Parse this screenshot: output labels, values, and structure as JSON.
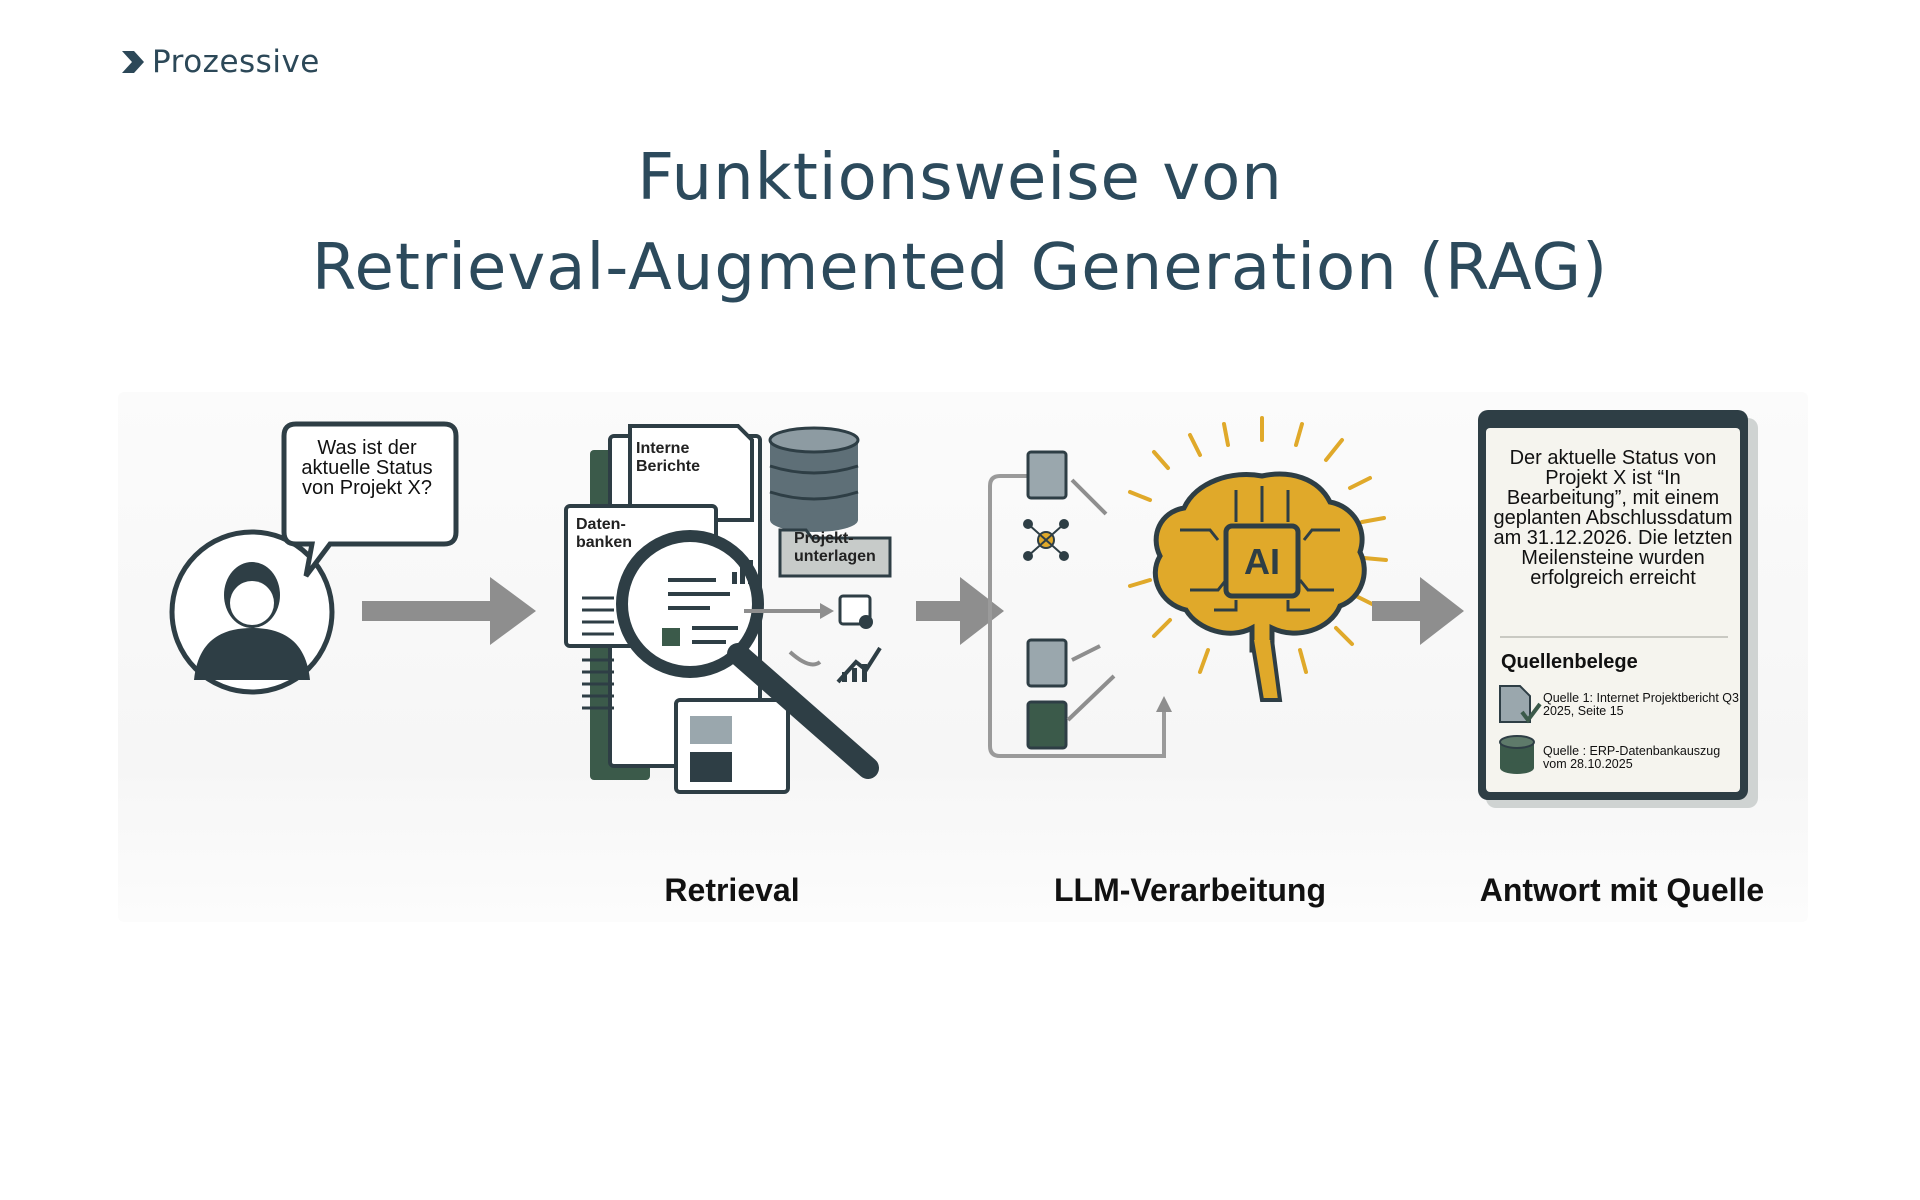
{
  "brand": {
    "name": "Prozessive"
  },
  "title": {
    "line1": "Funktionsweise von",
    "line2": "Retrieval-Augmented Generation (RAG)"
  },
  "user": {
    "question": "Was ist der aktuelle Status von Projekt X?"
  },
  "retrieval": {
    "doc_internal": "Interne Berichte",
    "doc_databases": "Daten-banken",
    "doc_projects": "Projekt-unterlagen",
    "label": "Retrieval"
  },
  "llm": {
    "chip_label": "AI",
    "label": "LLM-Verarbeitung"
  },
  "answer": {
    "text": "Der aktuelle Status von Projekt X ist “In Bearbeitung”, mit einem geplanten Abschlussdatum am 31.12.2026. Die letzten Meilensteine wurden erfolgreich erreicht",
    "sources_heading": "Quellenbelege",
    "sources": [
      {
        "text": "Quelle 1: Internet Projektbericht Q3 2025, Seite 15",
        "icon": "document-check-icon"
      },
      {
        "text": "Quelle : ERP-Datenbankauszug vom 28.10.2025",
        "icon": "database-icon"
      }
    ],
    "label": "Antwort mit Quelle"
  },
  "colors": {
    "title": "#2c4a5c",
    "dark": "#2e3e45",
    "green": "#3b5a4a",
    "gold": "#e0a92a",
    "arrow": "#8e8e8e"
  }
}
